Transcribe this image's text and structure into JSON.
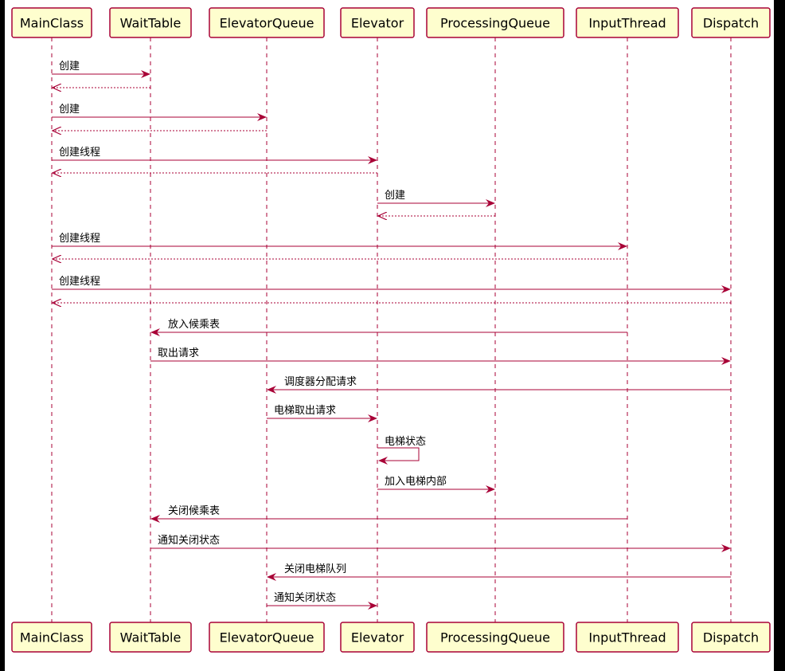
{
  "colors": {
    "border": "#a80036",
    "box_fill": "#fefece",
    "text": "#000000",
    "frame_background": "#000000",
    "diagram_background": "#ffffff"
  },
  "participants": [
    {
      "id": "mainclass",
      "label": "MainClass"
    },
    {
      "id": "waittable",
      "label": "WaitTable"
    },
    {
      "id": "elevatorqueue",
      "label": "ElevatorQueue"
    },
    {
      "id": "elevator",
      "label": "Elevator"
    },
    {
      "id": "processingqueue",
      "label": "ProcessingQueue"
    },
    {
      "id": "inputthread",
      "label": "InputThread"
    },
    {
      "id": "dispatch",
      "label": "Dispatch"
    }
  ],
  "messages": [
    {
      "from": "mainclass",
      "to": "waittable",
      "label": "创建",
      "style": "solid"
    },
    {
      "from": "waittable",
      "to": "mainclass",
      "label": "",
      "style": "dashed"
    },
    {
      "from": "mainclass",
      "to": "elevatorqueue",
      "label": "创建",
      "style": "solid"
    },
    {
      "from": "elevatorqueue",
      "to": "mainclass",
      "label": "",
      "style": "dashed"
    },
    {
      "from": "mainclass",
      "to": "elevator",
      "label": "创建线程",
      "style": "solid"
    },
    {
      "from": "elevator",
      "to": "mainclass",
      "label": "",
      "style": "dashed"
    },
    {
      "from": "elevator",
      "to": "processingqueue",
      "label": "创建",
      "style": "solid"
    },
    {
      "from": "processingqueue",
      "to": "elevator",
      "label": "",
      "style": "dashed"
    },
    {
      "from": "mainclass",
      "to": "inputthread",
      "label": "创建线程",
      "style": "solid"
    },
    {
      "from": "inputthread",
      "to": "mainclass",
      "label": "",
      "style": "dashed"
    },
    {
      "from": "mainclass",
      "to": "dispatch",
      "label": "创建线程",
      "style": "solid"
    },
    {
      "from": "dispatch",
      "to": "mainclass",
      "label": "",
      "style": "dashed"
    },
    {
      "from": "inputthread",
      "to": "waittable",
      "label": "放入候乘表",
      "style": "solid"
    },
    {
      "from": "waittable",
      "to": "dispatch",
      "label": "取出请求",
      "style": "solid"
    },
    {
      "from": "dispatch",
      "to": "elevatorqueue",
      "label": "调度器分配请求",
      "style": "solid"
    },
    {
      "from": "elevatorqueue",
      "to": "elevator",
      "label": "电梯取出请求",
      "style": "solid"
    },
    {
      "from": "elevator",
      "to": "elevator",
      "label": "电梯状态",
      "style": "solid"
    },
    {
      "from": "elevator",
      "to": "processingqueue",
      "label": "加入电梯内部",
      "style": "solid"
    },
    {
      "from": "inputthread",
      "to": "waittable",
      "label": "关闭候乘表",
      "style": "solid"
    },
    {
      "from": "waittable",
      "to": "dispatch",
      "label": "通知关闭状态",
      "style": "solid"
    },
    {
      "from": "dispatch",
      "to": "elevatorqueue",
      "label": "关闭电梯队列",
      "style": "solid"
    },
    {
      "from": "elevatorqueue",
      "to": "elevator",
      "label": "通知关闭状态",
      "style": "solid"
    }
  ]
}
